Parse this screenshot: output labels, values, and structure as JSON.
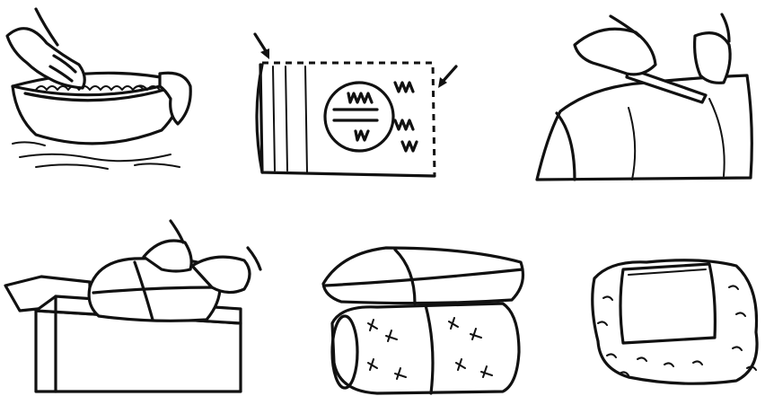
{
  "illustration": {
    "panels": [
      {
        "id": "wash-in-bowl"
      },
      {
        "id": "sealed-bag"
      },
      {
        "id": "cut-bag"
      },
      {
        "id": "pack-in-box"
      },
      {
        "id": "tied-bundles"
      },
      {
        "id": "fleece-wrapped-pack"
      }
    ]
  }
}
